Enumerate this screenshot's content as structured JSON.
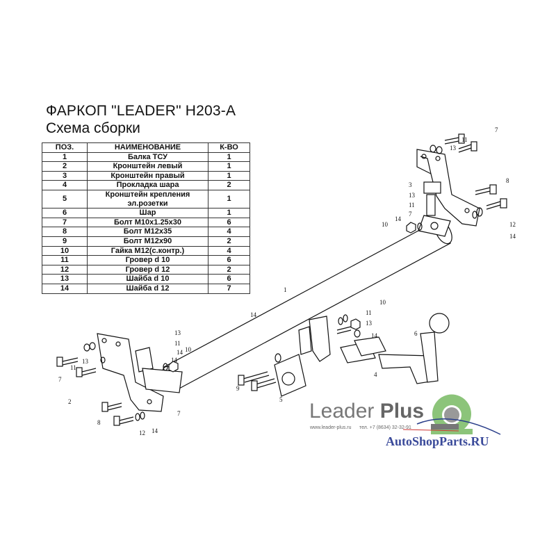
{
  "header": {
    "title": "ФАРКОП \"LEADER\" H203-A",
    "subtitle": "Схема сборки"
  },
  "table": {
    "headers": [
      "ПОЗ.",
      "НАИМЕНОВАНИЕ",
      "К-ВО"
    ],
    "rows": [
      [
        "1",
        "Балка ТСУ",
        "1"
      ],
      [
        "2",
        "Кронштейн левый",
        "1"
      ],
      [
        "3",
        "Кронштейн правый",
        "1"
      ],
      [
        "4",
        "Прокладка шара",
        "2"
      ],
      [
        "5",
        "Кронштейн крепления эл.розетки",
        "1"
      ],
      [
        "6",
        "Шар",
        "1"
      ],
      [
        "7",
        "Болт М10х1.25х30",
        "6"
      ],
      [
        "8",
        "Болт М12х35",
        "4"
      ],
      [
        "9",
        "Болт М12х90",
        "2"
      ],
      [
        "10",
        "Гайка М12(с.контр.)",
        "4"
      ],
      [
        "11",
        "Гровер d 10",
        "6"
      ],
      [
        "12",
        "Гровер d 12",
        "2"
      ],
      [
        "13",
        "Шайба d 10",
        "6"
      ],
      [
        "14",
        "Шайба d 12",
        "7"
      ]
    ]
  },
  "callouts": [
    "7",
    "11",
    "13",
    "3",
    "13",
    "11",
    "7",
    "8",
    "12",
    "14",
    "14",
    "10",
    "1",
    "14",
    "10",
    "11",
    "13",
    "14",
    "6",
    "4",
    "9",
    "5",
    "13",
    "11",
    "10",
    "14",
    "13",
    "11",
    "7",
    "2",
    "8",
    "12",
    "14",
    "7",
    "14"
  ],
  "logo": {
    "brand_light": "Leader",
    "brand_bold": "Plus",
    "website": "www.leader-plus.ru",
    "phone": "тел. +7 (8634) 32-32-91",
    "watermark": "AutoShopParts.RU",
    "accent_color": "#8cc47a"
  }
}
